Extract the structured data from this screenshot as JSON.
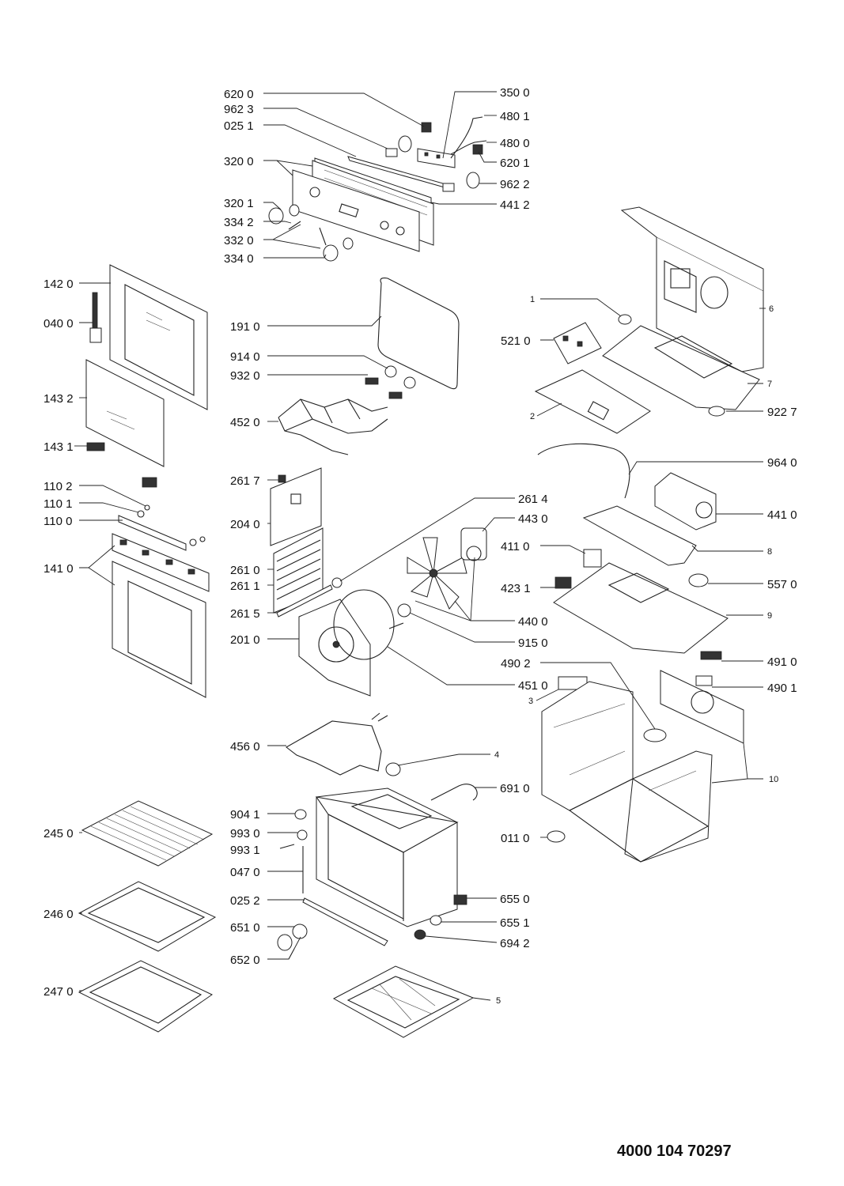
{
  "document_number": "4000 104 70297",
  "labels": {
    "l6200": "620 0",
    "l9623": "962 3",
    "l0251": "025 1",
    "l3200": "320 0",
    "l3201": "320 1",
    "l3342": "334 2",
    "l3320": "332 0",
    "l3340": "334 0",
    "l3500": "350 0",
    "l4801": "480 1",
    "l4800": "480 0",
    "l6201": "620 1",
    "l9622": "962 2",
    "l4412": "441 2",
    "l1420": "142 0",
    "l0400": "040 0",
    "l1432": "143 2",
    "l1431": "143 1",
    "l1102": "110 2",
    "l1101": "110 1",
    "l1100": "110 0",
    "l1410": "141 0",
    "l1910": "191 0",
    "l9140": "914 0",
    "l9320": "932 0",
    "l4520": "452 0",
    "l2617": "261 7",
    "l2040": "204 0",
    "l2610": "261 0",
    "l2611": "261 1",
    "l2615": "261 5",
    "l2010": "201 0",
    "l2614": "261 4",
    "l4430": "443 0",
    "l4400": "440 0",
    "l9150": "915 0",
    "l4510": "451 0",
    "l4560": "456 0",
    "l1": "1",
    "l5210": "521 0",
    "l2": "2",
    "l6": "6",
    "l7": "7",
    "l9227": "922 7",
    "l9640": "964 0",
    "l4410": "441 0",
    "l8": "8",
    "l4110": "411 0",
    "l4231": "423 1",
    "l5570": "557 0",
    "l9": "9",
    "l4910": "491 0",
    "l4902": "490 2",
    "l4901": "490 1",
    "l3": "3",
    "l10": "10",
    "l4": "4",
    "l6910": "691 0",
    "l0110": "011 0",
    "l2450": "245 0",
    "l2460": "246 0",
    "l2470": "247 0",
    "l9041": "904 1",
    "l9930": "993 0",
    "l9931": "993 1",
    "l0470": "047 0",
    "l0252": "025 2",
    "l6510": "651 0",
    "l6520": "652 0",
    "l6550": "655 0",
    "l6551": "655 1",
    "l6942": "694 2",
    "l5": "5"
  }
}
